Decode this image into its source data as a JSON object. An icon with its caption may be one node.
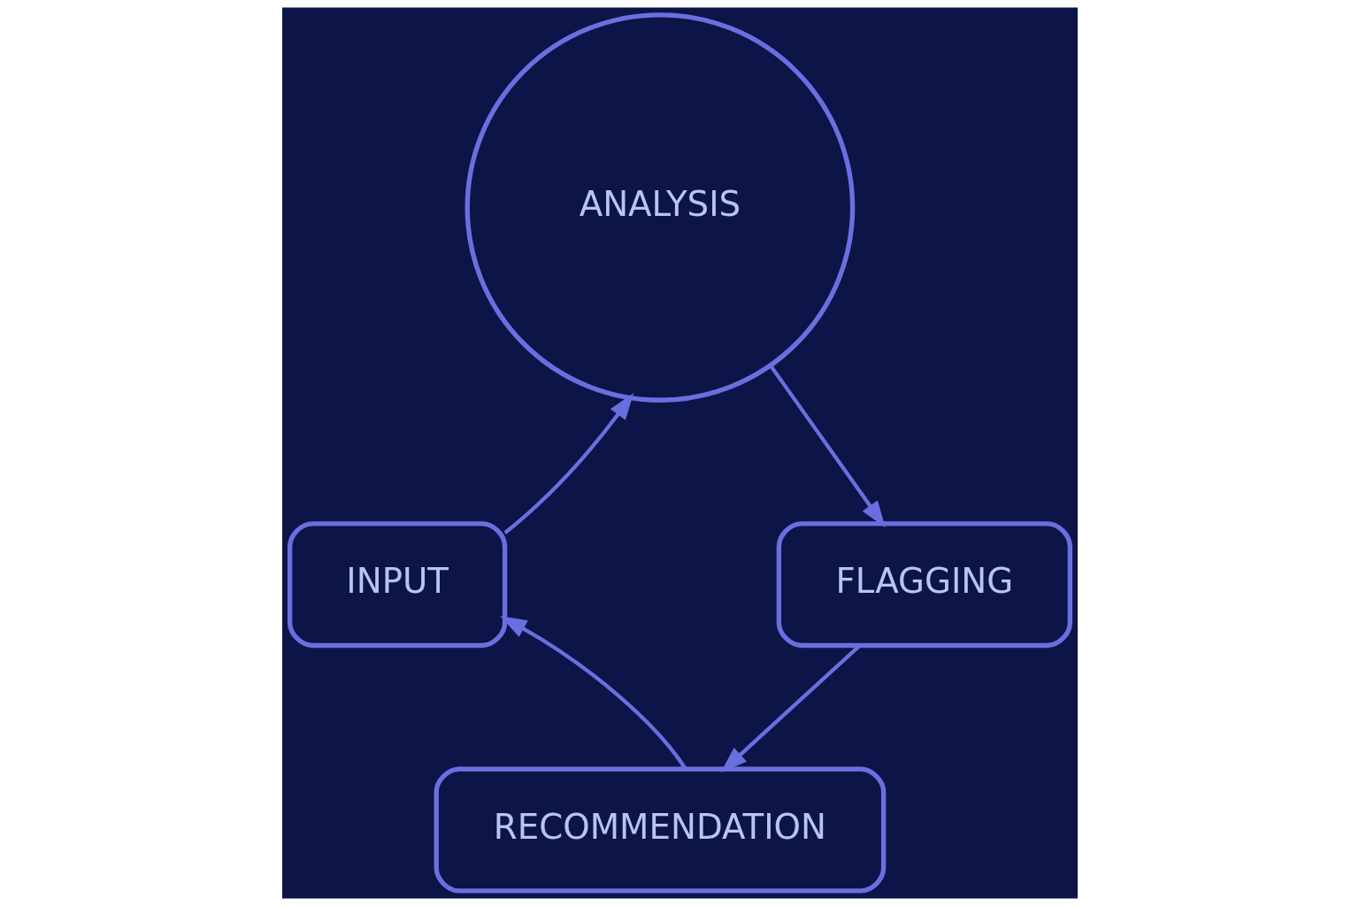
{
  "diagram": {
    "nodes": [
      {
        "text": [
          "INPUT"
        ]
      },
      {
        "text": [
          "ANALYSIS"
        ]
      },
      {
        "text": [
          "FLAGGING"
        ]
      },
      {
        "text": [
          "RECOMMENDATION"
        ]
      }
    ],
    "edges": [
      {
        "from": 0,
        "to": 1,
        "arrow": "to"
      },
      {
        "from": 1,
        "to": 2,
        "arrow": "to"
      },
      {
        "from": 2,
        "to": 3,
        "arrow": "to"
      },
      {
        "from": 3,
        "to": 0,
        "arrow": "to"
      }
    ]
  }
}
